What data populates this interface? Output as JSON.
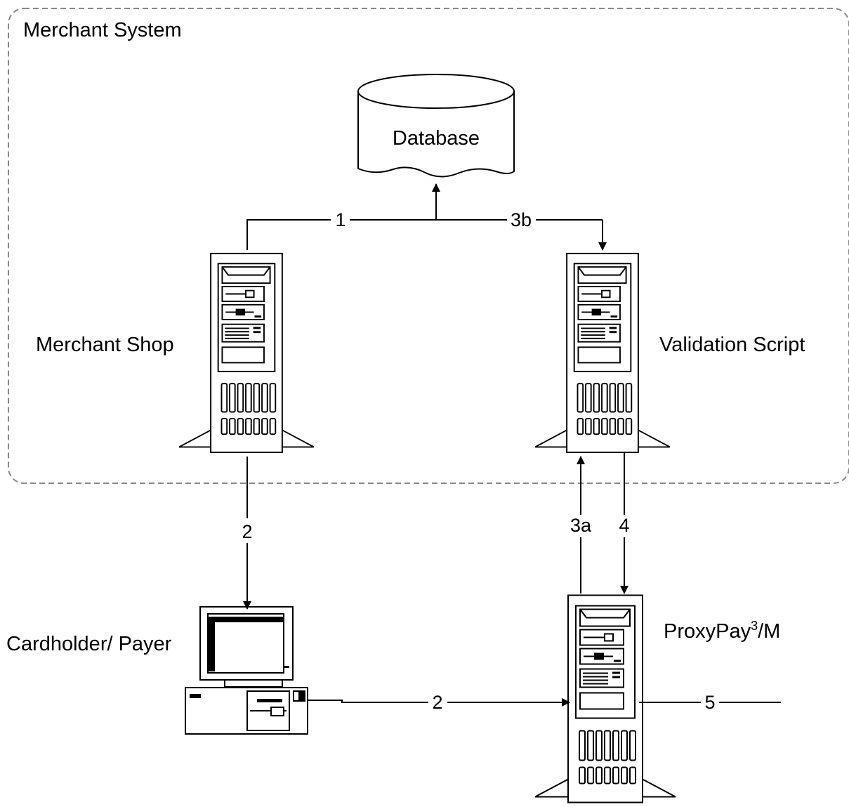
{
  "group": {
    "label": "Merchant System"
  },
  "nodes": {
    "database": "Database",
    "merchant_shop": "Merchant Shop",
    "validation_script": "Validation Script",
    "cardholder": "Cardholder/ Payer",
    "proxypay": {
      "base": "ProxyPay",
      "sup": "3",
      "suffix": "/M"
    }
  },
  "edges": {
    "e1": "1",
    "e3b": "3b",
    "e2_down": "2",
    "e3a": "3a",
    "e4": "4",
    "e2_right": "2",
    "e5": "5"
  },
  "colors": {
    "stroke": "#000000",
    "boundary": "#888888"
  }
}
